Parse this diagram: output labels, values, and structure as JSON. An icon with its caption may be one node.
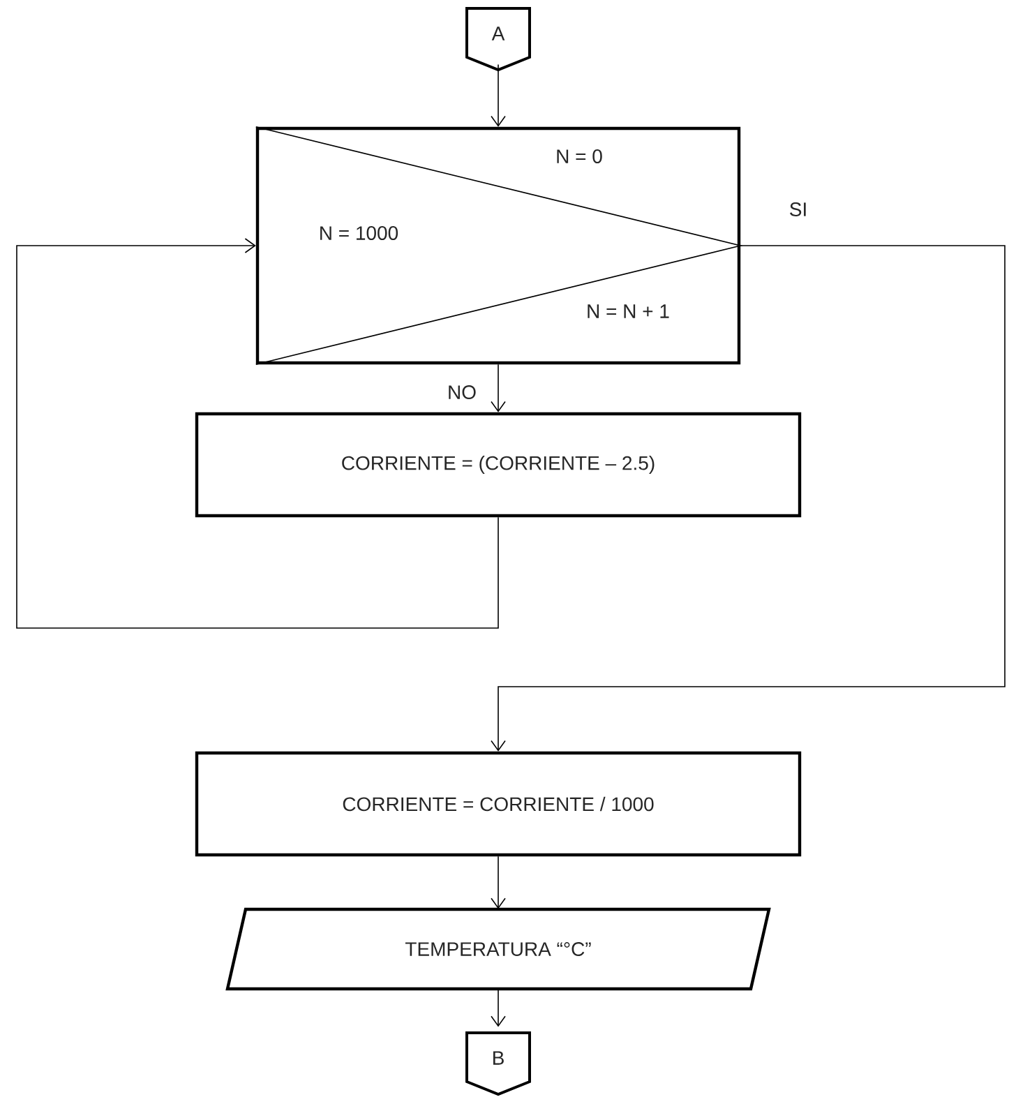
{
  "diagram": {
    "nodes": [
      {
        "text": [
          "A"
        ]
      },
      {
        "text": [
          "N = 0",
          "N = 1000",
          "N = N + 1"
        ]
      },
      {
        "text": [
          "CORRIENTE = (CORRIENTE – 2.5)"
        ]
      },
      {
        "text": [
          "CORRIENTE = CORRIENTE / 1000"
        ]
      },
      {
        "text": [
          "TEMPERATURA “°C”"
        ]
      },
      {
        "text": [
          "B"
        ]
      }
    ],
    "edges": [
      {
        "from": 0,
        "to": 1,
        "arrow": "to"
      },
      {
        "from": 1,
        "to": 2,
        "arrow": "to",
        "label": "NO"
      },
      {
        "from": 2,
        "to": 1,
        "arrow": "to"
      },
      {
        "from": 1,
        "to": 3,
        "arrow": "to",
        "label": "SI"
      },
      {
        "from": 3,
        "to": 4,
        "arrow": "to"
      },
      {
        "from": 4,
        "to": 5,
        "arrow": "to"
      }
    ]
  }
}
